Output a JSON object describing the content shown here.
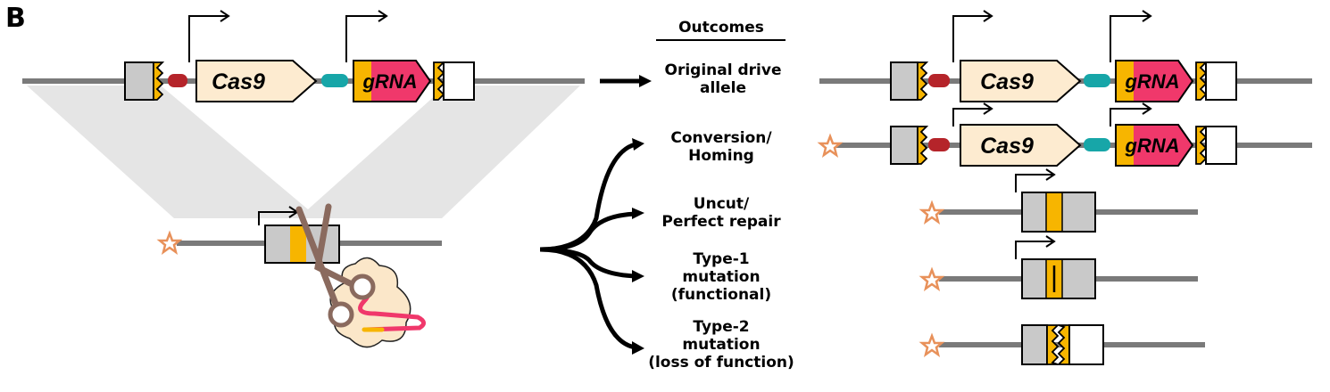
{
  "panel_label": "B",
  "outcomes_header": "Outcomes",
  "outcomes": [
    {
      "id": "original",
      "lines": [
        "Original drive",
        "allele"
      ]
    },
    {
      "id": "conversion",
      "lines": [
        "Conversion/",
        "Homing"
      ]
    },
    {
      "id": "uncut",
      "lines": [
        "Uncut/",
        "Perfect repair"
      ]
    },
    {
      "id": "type1",
      "lines": [
        "Type-1",
        "mutation",
        "(functional)"
      ]
    },
    {
      "id": "type2",
      "lines": [
        "Type-2",
        "mutation",
        "(loss of function)"
      ]
    }
  ],
  "gene_labels": {
    "cas9": "Cas9",
    "grna": "gRNA"
  },
  "colors": {
    "line": "#7a7a7a",
    "homology": "#c9c9c9",
    "cas9_fill": "#fdebd0",
    "grna_fill": "#f0386b",
    "target_yellow": "#f7b500",
    "promoter_red": "#b5242a",
    "promoter_teal": "#17a6a8",
    "star": "#e8915a",
    "shade": "#e5e5e5",
    "scissors": "#8a6a5e",
    "cas_protein": "#fbe7c9"
  }
}
